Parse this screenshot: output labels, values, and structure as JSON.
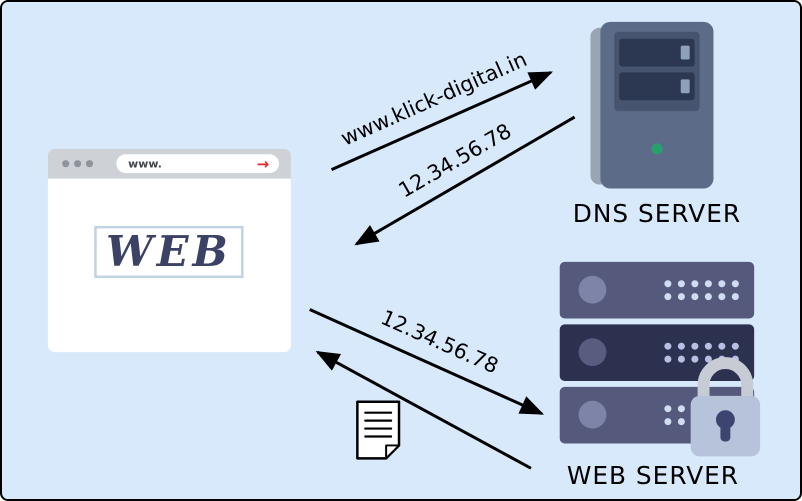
{
  "diagram": {
    "browser": {
      "address_text": "www.",
      "content_text": "WEB",
      "go_arrow_icon": "→"
    },
    "dns_server": {
      "label": "DNS SERVER",
      "request_label": "www.klick-digital.in",
      "response_label": "12.34.56.78"
    },
    "web_server": {
      "label": "WEB SERVER",
      "request_label": "12.34.56.78"
    },
    "colors": {
      "background": "#d7e9fa",
      "border": "#000000",
      "arrow": "#000000",
      "browser_chrome": "#ced1d5",
      "browser_accent_red": "#e5262c",
      "web_text": "#3c4166",
      "tower_body": "#5c6c88",
      "tower_panel": "#46546f",
      "tower_bay": "#2c3852",
      "led_green": "#27a06c",
      "rack_light": "#555a7d",
      "rack_dark": "#2d3150",
      "rack_dots_light": "#cfdcf2",
      "lock_body": "#b7c3da",
      "lock_shackle": "#c7cbd3",
      "lock_keyhole": "#3d4470"
    }
  }
}
